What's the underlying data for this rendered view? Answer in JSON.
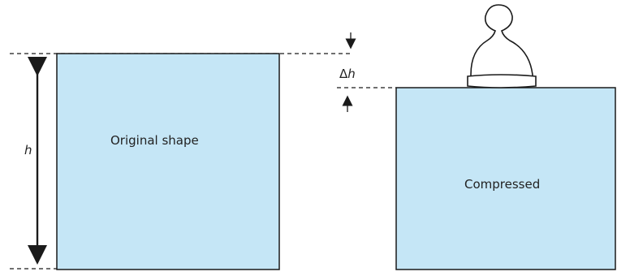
{
  "diagram": {
    "original": {
      "label": "Original shape"
    },
    "compressed": {
      "label": "Compressed"
    },
    "height_symbol": "h",
    "delta_symbol": "Δ",
    "delta_variable": "h",
    "block_fill": "#c5e6f6",
    "stroke": "#1a1a1a"
  }
}
